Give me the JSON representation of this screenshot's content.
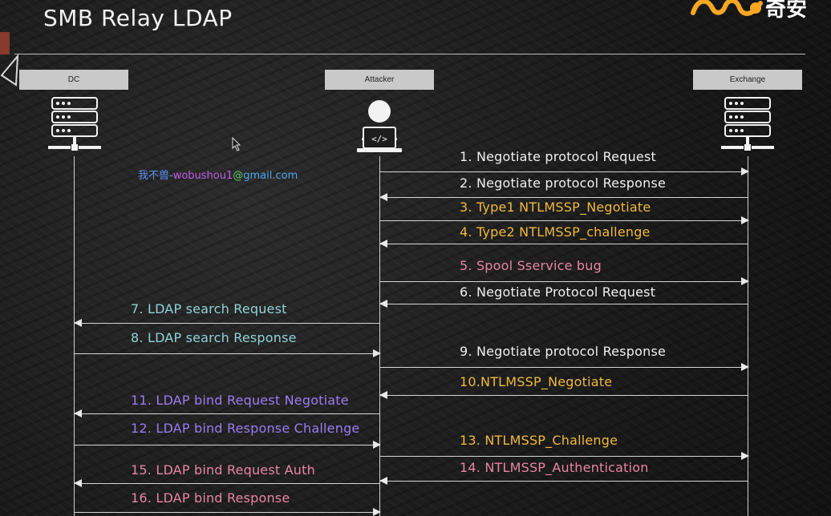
{
  "slide": {
    "title": "SMB Relay LDAP"
  },
  "logo": {
    "text": "奇安",
    "accent_color": "#f5a623"
  },
  "nodes": {
    "dc": {
      "label": "DC",
      "icon": "server-icon"
    },
    "attacker": {
      "label": "Attacker",
      "icon": "hacker-laptop-icon"
    },
    "exchange": {
      "label": "Exchange",
      "icon": "server-icon"
    }
  },
  "watermark": {
    "parts": [
      {
        "text": "我不兽-",
        "color": "#5b8ff0"
      },
      {
        "text": "wobushou1",
        "color": "#c05ce8"
      },
      {
        "text": "@",
        "color": "#5bd06a"
      },
      {
        "text": "gmail.com",
        "color": "#4fa8f0"
      }
    ]
  },
  "messages": [
    {
      "label": "1. Negotiate protocol Request",
      "from": "attacker",
      "to": "exchange",
      "color": "#f0f0f0"
    },
    {
      "label": "2. Negotiate protocol Response",
      "from": "exchange",
      "to": "attacker",
      "color": "#f0f0f0"
    },
    {
      "label": "3. Type1 NTLMSSP_Negotiate",
      "from": "attacker",
      "to": "exchange",
      "color": "#f0b93a"
    },
    {
      "label": "4. Type2 NTLMSSP_challenge",
      "from": "exchange",
      "to": "attacker",
      "color": "#f0b93a"
    },
    {
      "label": "5. Spool Sservice bug",
      "from": "attacker",
      "to": "exchange",
      "color": "#e985a3"
    },
    {
      "label": "6. Negotiate Protocol Request",
      "from": "exchange",
      "to": "attacker",
      "color": "#f0f0f0"
    },
    {
      "label": "7. LDAP search Request",
      "from": "attacker",
      "to": "dc",
      "color": "#8fd3d8"
    },
    {
      "label": "8. LDAP search Response",
      "from": "dc",
      "to": "attacker",
      "color": "#8fd3d8"
    },
    {
      "label": "9. Negotiate protocol Response",
      "from": "attacker",
      "to": "exchange",
      "color": "#f0f0f0"
    },
    {
      "label": "10.NTLMSSP_Negotiate",
      "from": "exchange",
      "to": "attacker",
      "color": "#f0b93a"
    },
    {
      "label": "11. LDAP bind Request Negotiate",
      "from": "attacker",
      "to": "dc",
      "color": "#9b7cf0"
    },
    {
      "label": "12. LDAP bind Response Challenge",
      "from": "dc",
      "to": "attacker",
      "color": "#9b7cf0"
    },
    {
      "label": "13. NTLMSSP_Challenge",
      "from": "attacker",
      "to": "exchange",
      "color": "#f0b93a"
    },
    {
      "label": "14. NTLMSSP_Authentication",
      "from": "exchange",
      "to": "attacker",
      "color": "#e985a3"
    },
    {
      "label": "15. LDAP bind Request Auth",
      "from": "attacker",
      "to": "dc",
      "color": "#e985a3"
    },
    {
      "label": "16. LDAP bind Response",
      "from": "dc",
      "to": "attacker",
      "color": "#e985a3"
    }
  ]
}
